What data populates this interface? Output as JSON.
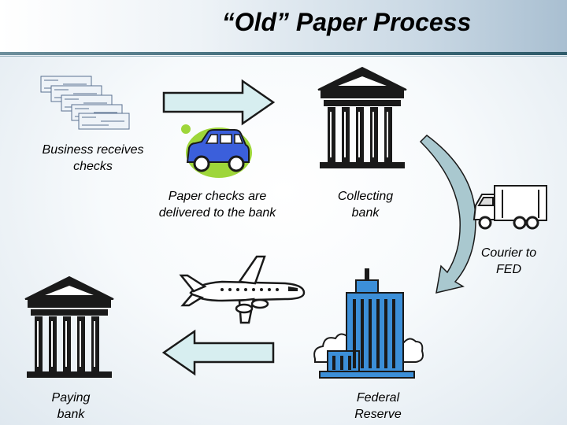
{
  "slide": {
    "title": "“Old” Paper Process"
  },
  "labels": {
    "business": "Business receives\nchecks",
    "delivered": "Paper checks are\ndelivered to the bank",
    "collecting": "Collecting\nbank",
    "courier": "Courier to\nFED",
    "paying": "Paying\nbank",
    "federal": "Federal\nReserve"
  },
  "colors": {
    "arrow_fill": "#d7eef0",
    "arrow_stroke": "#1a1a1a",
    "curve_arrow": "#a9c8cf",
    "car": "#3b5fdb",
    "car_splash": "#9ed63a",
    "building": "#3c8fd8"
  },
  "icons": [
    "checks-stack-icon",
    "car-icon",
    "bank-building-icon",
    "truck-icon",
    "airplane-icon",
    "skyscraper-icon",
    "cloud-icon"
  ]
}
